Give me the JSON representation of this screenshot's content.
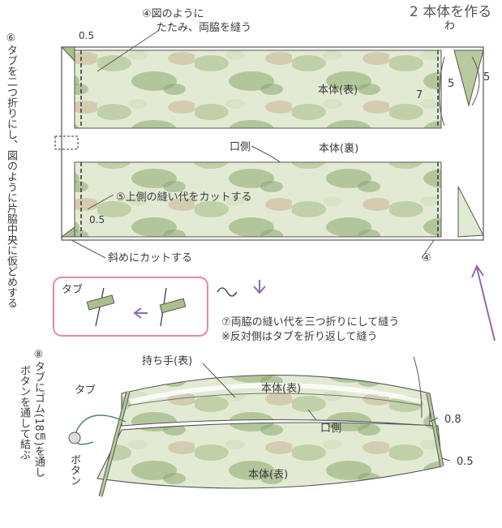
{
  "header": {
    "title": "2 本体を作る"
  },
  "labels": {
    "step4_line1": "④図のように",
    "step4_line2": "たたみ、両脇を縫う",
    "dim_05_top": "0.5",
    "wa": "わ",
    "body_front_top": "本体(表)",
    "dim_7": "7",
    "dim_5a": "5",
    "dim_5b": "5",
    "kuchigawa_mid": "口側",
    "body_back": "本体(裏)",
    "step5": "⑤上側の縫い代をカットする",
    "dim_05_left": "0.5",
    "cut_diag": "斜めにカットする",
    "marker4": "④",
    "step6": "⑥タブを二つ折りにし、図のように片脇中央に仮どめする",
    "tab_inset": "タブ",
    "step7_line1": "⑦両脇の縫い代を三つ折りにして縫う",
    "step7_line2": "※反対側はタブを折り返して縫う",
    "handle_front": "持ち手(表)",
    "body_front_mid": "本体(表)",
    "kuchigawa_bottom": "口側",
    "tab_bottom": "タブ",
    "dim_08": "0.8",
    "dim_05_bottom": "0.5",
    "body_front_bottom": "本体(表)",
    "step8": "⑧タブにゴム(18㎝)を通し",
    "step8_cont": "ボタンを通して結ぶ",
    "button": "ボタン"
  },
  "colors": {
    "fabric_light": "#dfe7cf",
    "fabric_mid": "#a9bf8c",
    "fabric_dark": "#7f9a63",
    "outline": "#555555",
    "arrow_purple": "#8a6bb5",
    "inset_border": "#e58a9c"
  }
}
